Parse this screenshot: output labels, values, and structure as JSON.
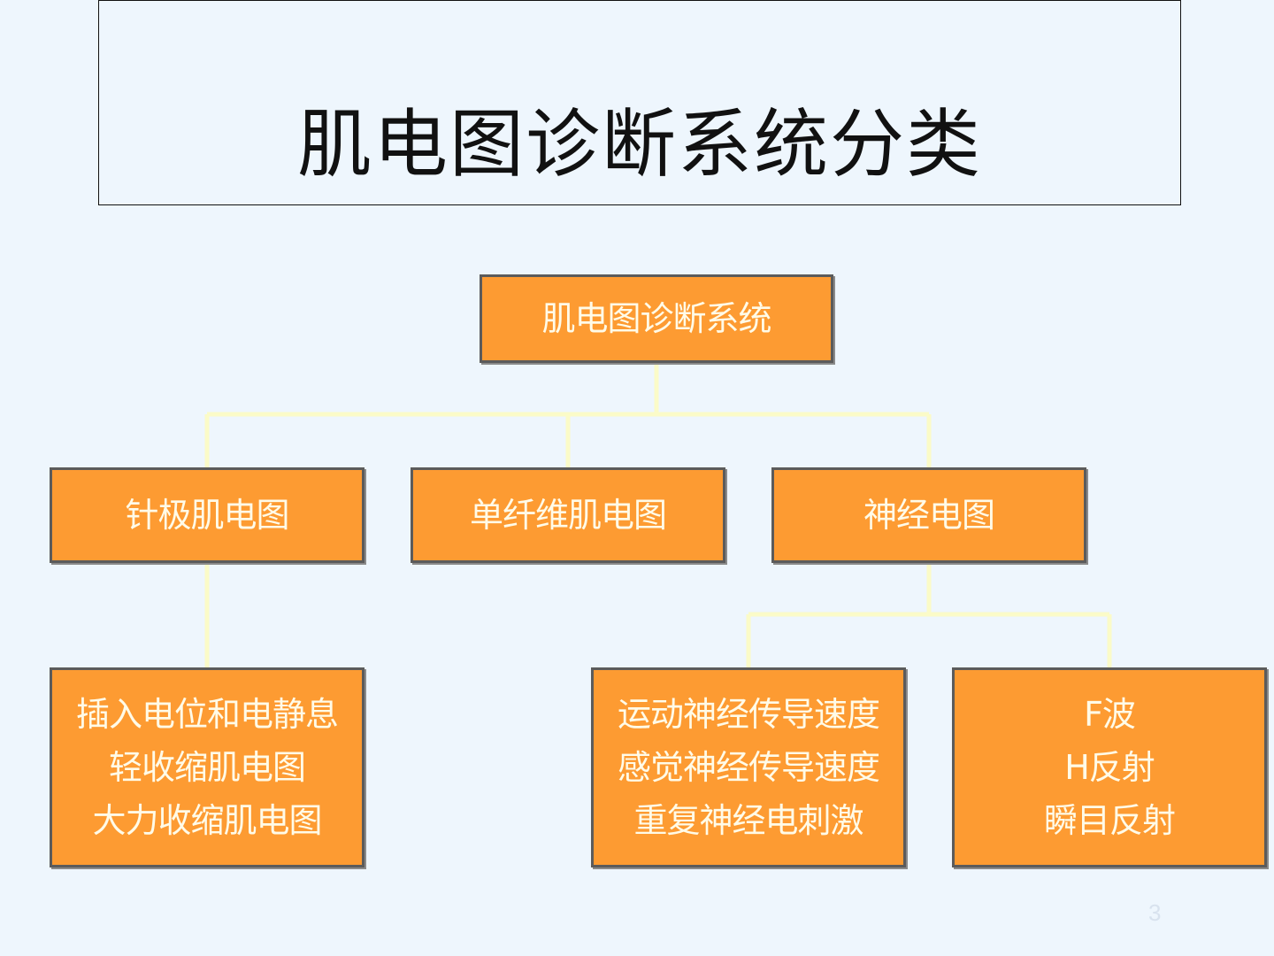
{
  "title": "肌电图诊断系统分类",
  "root": {
    "label": "肌电图诊断系统"
  },
  "level1": [
    {
      "label": "针极肌电图"
    },
    {
      "label": "单纤维肌电图"
    },
    {
      "label": "神经电图"
    }
  ],
  "level2": {
    "needle_children": [
      "插入电位和电静息",
      "轻收缩肌电图",
      "大力收缩肌电图"
    ],
    "conduction": [
      "运动神经传导速度",
      "感觉神经传导速度",
      "重复神经电刺激"
    ],
    "reflex": [
      "F波",
      "H反射",
      "瞬目反射"
    ]
  },
  "colors": {
    "background": "#eef6fd",
    "node_fill": "#fd9b32",
    "node_border": "#5b5b5b",
    "node_text": "#fffbe8",
    "connector": "#fbfbc8"
  },
  "page_number": "3"
}
